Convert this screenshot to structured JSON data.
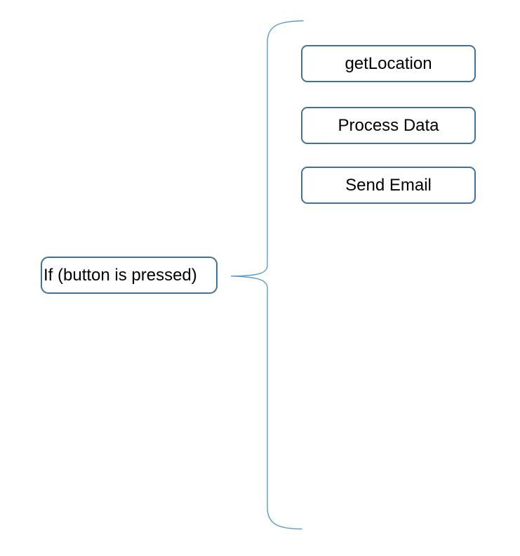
{
  "diagram": {
    "condition_box": {
      "label": "If (button is pressed)"
    },
    "action_boxes": [
      {
        "label": "getLocation"
      },
      {
        "label": "Process Data"
      },
      {
        "label": "Send Email"
      }
    ],
    "colors": {
      "box_border": "#41719C",
      "brace_stroke": "#5B9BD5",
      "text": "#000000",
      "background": "#FFFFFF"
    }
  }
}
